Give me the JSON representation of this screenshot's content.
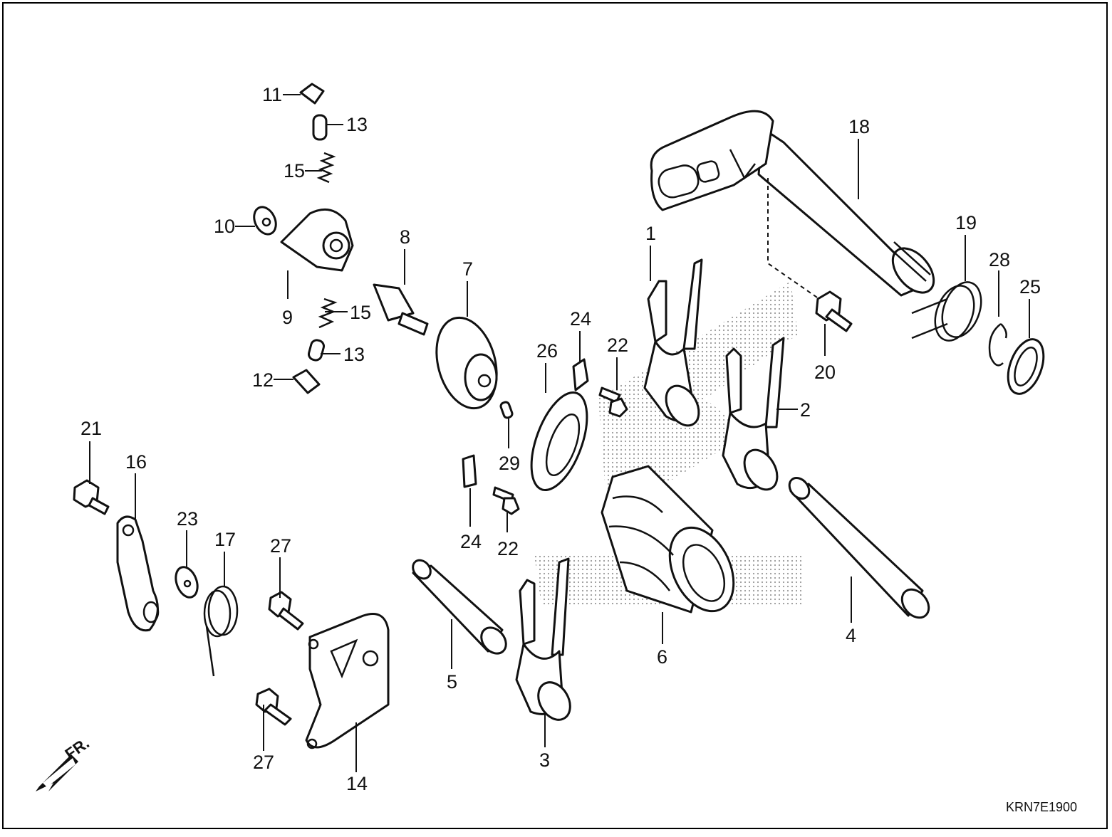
{
  "diagram": {
    "code": "KRN7E1900",
    "direction_label": "FR.",
    "callouts": {
      "c1": "1",
      "c2": "2",
      "c3": "3",
      "c4": "4",
      "c5": "5",
      "c6": "6",
      "c7": "7",
      "c8": "8",
      "c9": "9",
      "c10": "10",
      "c11": "11",
      "c12": "12",
      "c13a": "13",
      "c13b": "13",
      "c14": "14",
      "c15a": "15",
      "c15b": "15",
      "c16": "16",
      "c17": "17",
      "c18": "18",
      "c19": "19",
      "c20": "20",
      "c21": "21",
      "c22a": "22",
      "c22b": "22",
      "c23": "23",
      "c24a": "24",
      "c24b": "24",
      "c25": "25",
      "c26": "26",
      "c27a": "27",
      "c27b": "27",
      "c28": "28",
      "c29": "29"
    }
  }
}
